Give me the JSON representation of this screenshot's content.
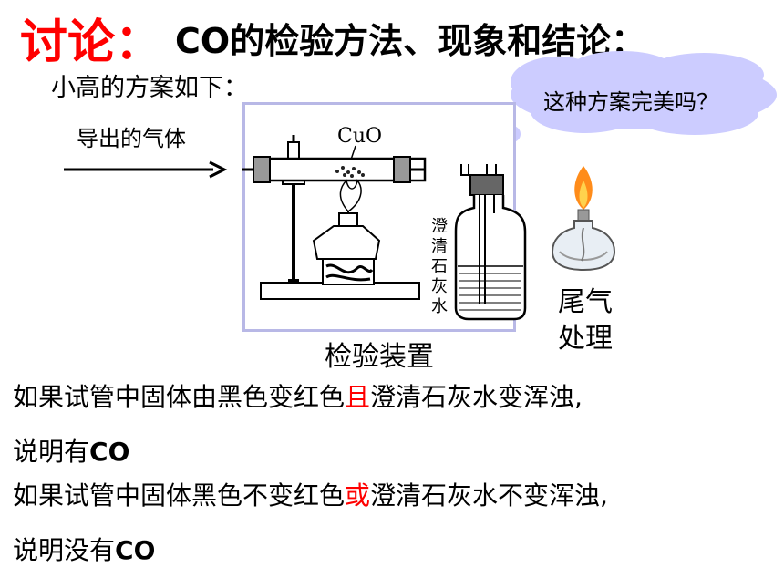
{
  "title": {
    "red": "讨论：",
    "black": "CO的检验方法、现象和结论："
  },
  "intro": "小高的方案如下：",
  "cloud_text": "这种方案完美吗？",
  "gas_label": "导出的气体",
  "apparatus_labels": {
    "cuo": "CuO",
    "limewater": [
      "澄",
      "清",
      "石",
      "灰",
      "水"
    ],
    "tail": "尾气处理",
    "caption": "检验装置"
  },
  "conclusion1": {
    "part1": "如果试管中固体由黑色变红色",
    "highlight": "且",
    "part2": "澄清石灰水变浑浊,",
    "result_prefix": "说明有",
    "result_co": "CO"
  },
  "conclusion2": {
    "part1": "如果试管中固体黑色不变红色",
    "highlight": "或",
    "part2": "澄清石灰水不变浑浊,",
    "result_prefix": "说明没有",
    "result_co": "CO"
  },
  "colors": {
    "accent": "#ff0000",
    "cloud_fill": "#ccccff",
    "frame": "#b8b8e6"
  }
}
